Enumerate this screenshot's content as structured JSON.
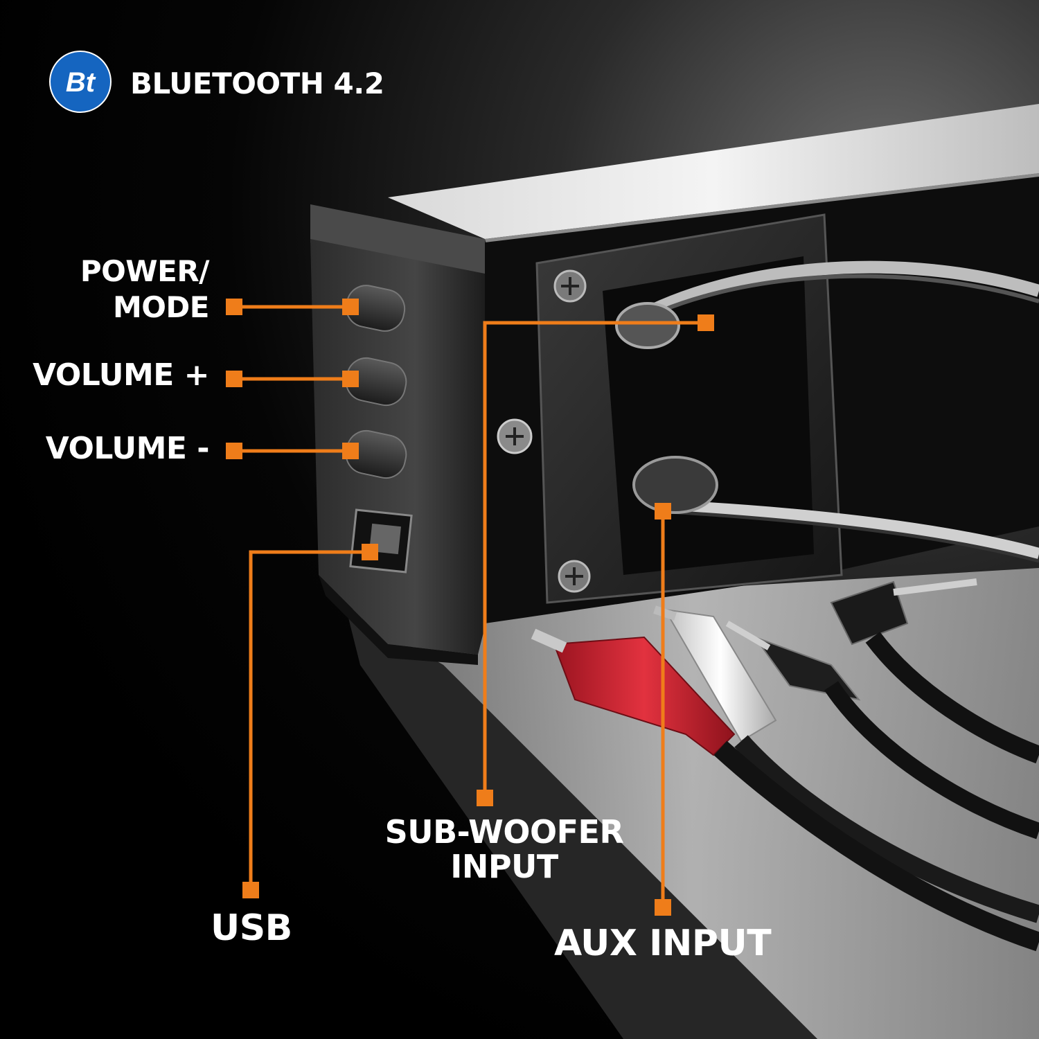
{
  "badge": {
    "logo_text": "Bt",
    "title": "BLUETOOTH 4.2",
    "logo_color": "#1565c0"
  },
  "labels": {
    "power_mode": [
      "POWER/",
      "MODE"
    ],
    "volume_up": "VOLUME +",
    "volume_down": "VOLUME -",
    "usb": "USB",
    "subwoofer": [
      "SUB-WOOFER",
      "INPUT"
    ],
    "aux": "AUX INPUT"
  },
  "colors": {
    "callout": "#ef7d1a",
    "background": "#000000",
    "label_text": "#ffffff",
    "rca_red": "#d8202e",
    "rca_white": "#f2f2f2"
  },
  "icons": [
    "bluetooth-badge-icon"
  ]
}
